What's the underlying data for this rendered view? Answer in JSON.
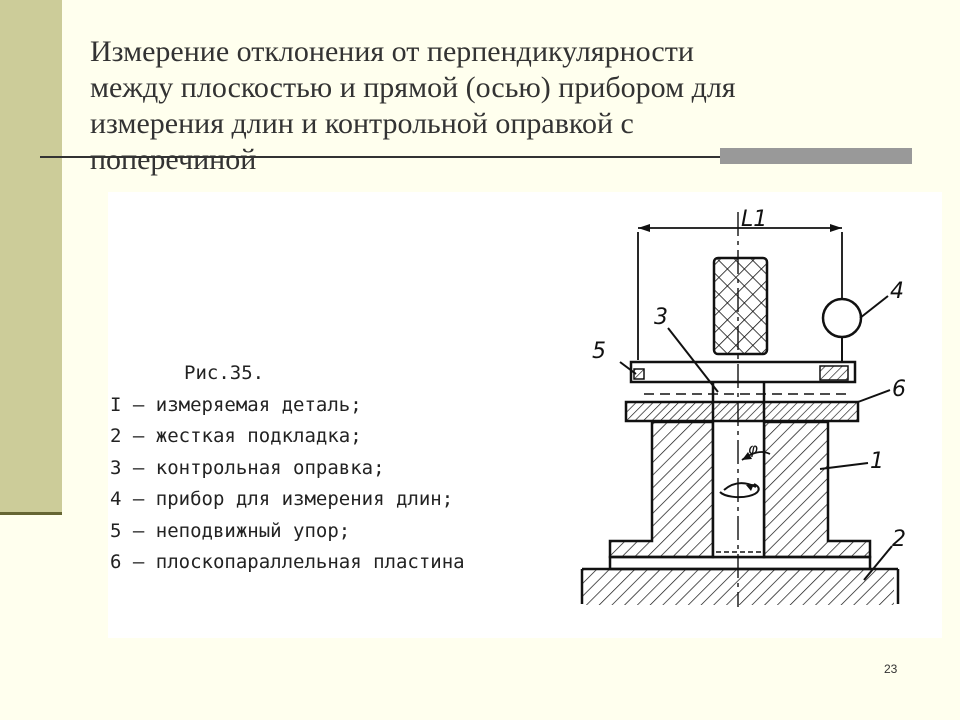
{
  "slide": {
    "title_lines": [
      "Измерение отклонения от перпендикулярности",
      "между плоскостью и прямой (осью) прибором для",
      "измерения длин и контрольной оправкой с",
      "поперечиной"
    ],
    "page_number": "23"
  },
  "figure": {
    "caption": "Рис.35.",
    "legend": [
      "I – измеряемая деталь;",
      "2 – жесткая подкладка;",
      "3 – контрольная оправка;",
      "4 – прибор для измерения длин;",
      "5 – неподвижный упор;",
      "6 – плоскопараллельная пластина"
    ],
    "labels": {
      "dimension": "L1",
      "angle": "φ",
      "part_1": "1",
      "part_2": "2",
      "part_3": "3",
      "part_4": "4",
      "part_5": "5",
      "part_6": "6"
    }
  }
}
